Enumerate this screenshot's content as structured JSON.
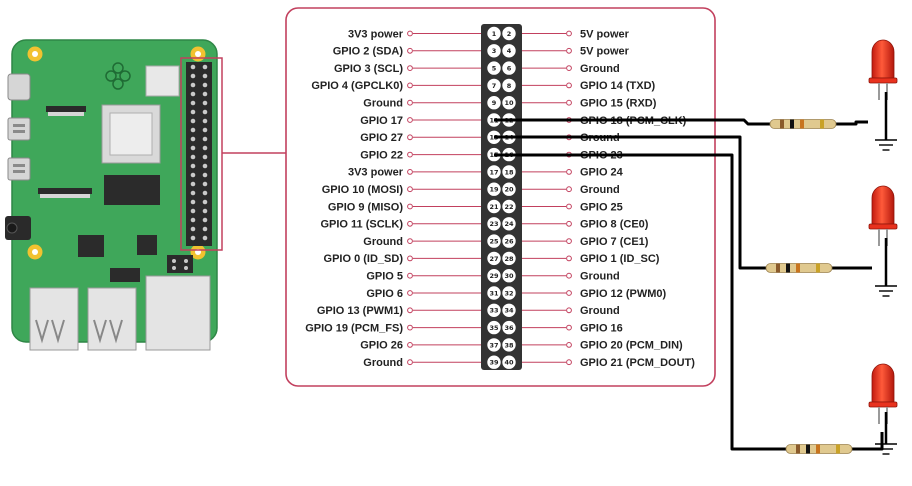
{
  "header": {
    "left_pins": [
      {
        "label": "3V3 power",
        "number": "1"
      },
      {
        "label": "GPIO 2 (SDA)",
        "number": "3"
      },
      {
        "label": "GPIO 3 (SCL)",
        "number": "5"
      },
      {
        "label": "GPIO 4 (GPCLK0)",
        "number": "7"
      },
      {
        "label": "Ground",
        "number": "9"
      },
      {
        "label": "GPIO 17",
        "number": "11"
      },
      {
        "label": "GPIO 27",
        "number": "13"
      },
      {
        "label": "GPIO 22",
        "number": "15"
      },
      {
        "label": "3V3 power",
        "number": "17"
      },
      {
        "label": "GPIO 10 (MOSI)",
        "number": "19"
      },
      {
        "label": "GPIO 9 (MISO)",
        "number": "21"
      },
      {
        "label": "GPIO 11 (SCLK)",
        "number": "23"
      },
      {
        "label": "Ground",
        "number": "25"
      },
      {
        "label": "GPIO 0 (ID_SD)",
        "number": "27"
      },
      {
        "label": "GPIO 5",
        "number": "29"
      },
      {
        "label": "GPIO 6",
        "number": "31"
      },
      {
        "label": "GPIO 13 (PWM1)",
        "number": "33"
      },
      {
        "label": "GPIO 19 (PCM_FS)",
        "number": "35"
      },
      {
        "label": "GPIO 26",
        "number": "37"
      },
      {
        "label": "Ground",
        "number": "39"
      }
    ],
    "right_pins": [
      {
        "label": "5V power",
        "number": "2"
      },
      {
        "label": "5V power",
        "number": "4"
      },
      {
        "label": "Ground",
        "number": "6"
      },
      {
        "label": "GPIO 14 (TXD)",
        "number": "8"
      },
      {
        "label": "GPIO 15 (RXD)",
        "number": "10"
      },
      {
        "label": "GPIO 18 (PCM_CLK)",
        "number": "12"
      },
      {
        "label": "Ground",
        "number": "14"
      },
      {
        "label": "GPIO 23",
        "number": "16"
      },
      {
        "label": "GPIO 24",
        "number": "18"
      },
      {
        "label": "Ground",
        "number": "20"
      },
      {
        "label": "GPIO 25",
        "number": "22"
      },
      {
        "label": "GPIO 8 (CE0)",
        "number": "24"
      },
      {
        "label": "GPIO 7 (CE1)",
        "number": "26"
      },
      {
        "label": "GPIO 1 (ID_SC)",
        "number": "28"
      },
      {
        "label": "Ground",
        "number": "30"
      },
      {
        "label": "GPIO 12 (PWM0)",
        "number": "32"
      },
      {
        "label": "Ground",
        "number": "34"
      },
      {
        "label": "GPIO 16",
        "number": "36"
      },
      {
        "label": "GPIO 20 (PCM_DIN)",
        "number": "38"
      },
      {
        "label": "GPIO 21 (PCM_DOUT)",
        "number": "40"
      }
    ]
  },
  "circuits": [
    {
      "gpio_pin": "11",
      "resistor_color_bands": [
        "#8a5a2b",
        "#111111",
        "#c8741e",
        "#c9a227"
      ],
      "led_color": "#e8321e"
    },
    {
      "gpio_pin": "13",
      "resistor_color_bands": [
        "#8a5a2b",
        "#111111",
        "#c8741e",
        "#c9a227"
      ],
      "led_color": "#e8321e"
    },
    {
      "gpio_pin": "15",
      "resistor_color_bands": [
        "#8a5a2b",
        "#111111",
        "#c8741e",
        "#c9a227"
      ],
      "led_color": "#e8321e"
    }
  ],
  "colors": {
    "board_green": "#3fa75a",
    "accent_pink": "#c2405e",
    "wire": "#000000",
    "header_body": "#333333"
  }
}
